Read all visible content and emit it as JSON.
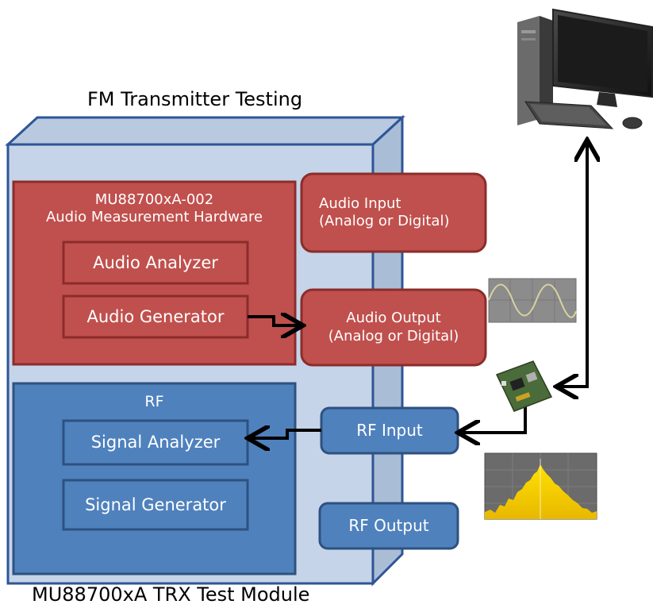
{
  "diagram": {
    "title": "FM Transmitter Testing",
    "module_label": "MU88700xA TRX Test Module",
    "audio_hw": {
      "title_line1": "MU88700xA-002",
      "title_line2": "Audio Measurement Hardware",
      "analyzer": "Audio Analyzer",
      "generator": "Audio Generator"
    },
    "rf": {
      "title": "RF",
      "analyzer": "Signal Analyzer",
      "generator": "Signal Generator"
    },
    "ports": {
      "audio_input_line1": "Audio Input",
      "audio_input_line2": "(Analog or Digital)",
      "audio_output_line1": "Audio Output",
      "audio_output_line2": "(Analog or Digital)",
      "rf_input": "RF Input",
      "rf_output": "RF Output"
    },
    "colors": {
      "module_face": "#c5d4e8",
      "module_side": "#aabdd6",
      "module_top": "#b8c9e0",
      "module_border": "#2f5597",
      "audio_fill": "#c0504d",
      "audio_border": "#8b2d2a",
      "rf_fill": "#4f81bd",
      "rf_border": "#2e5180",
      "arrow": "#000000"
    },
    "icons": [
      "desktop-computer-icon",
      "sine-wave-icon",
      "circuit-board-icon",
      "rf-spectrum-icon"
    ]
  }
}
